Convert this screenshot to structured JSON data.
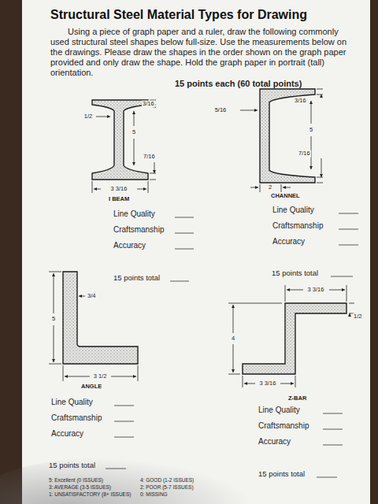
{
  "diagram": {
    "title": "Structural Steel Material Types for Drawing",
    "labels": [
      "Using a piece of graph paper and a ruler, draw the following commonly used structural steel shapes below full-size. Use the measurements below on the drawings. Please draw the shapes in the order shown on the graph paper provided and only draw the shape. Hold the graph paper in portrait (tall) orientation.",
      "15 points each (60 total points)",
      "3/16",
      "1/2",
      "5",
      "7/16",
      "3 3/16",
      "I BEAM",
      "Line Quality",
      "Craftsmanship",
      "Accuracy",
      "15 points total",
      "5/16",
      "3/16",
      "5",
      "7/16",
      "2",
      "CHANNEL",
      "Line Quality",
      "Craftsmanship",
      "Accuracy",
      "15 points total",
      "3/4",
      "5",
      "3 1/2",
      "ANGLE",
      "Line Quality",
      "Craftsmanship",
      "Accuracy",
      "15 points total",
      "3 3/16",
      "1/2",
      "4",
      "3 3/16",
      "Z-BAR",
      "Line Quality",
      "Craftsmanship",
      "Accuracy",
      "15 points total",
      "5: Excellent (0 ISSUES)",
      "4: GOOD (1-2 ISSUES)",
      "3: AVERAGE (3-5 ISSUES)",
      "2: POOR (5-7 ISSUES)",
      "1: UNSATISFACTORY (8+ ISSUES)",
      "0: MISSING"
    ]
  }
}
